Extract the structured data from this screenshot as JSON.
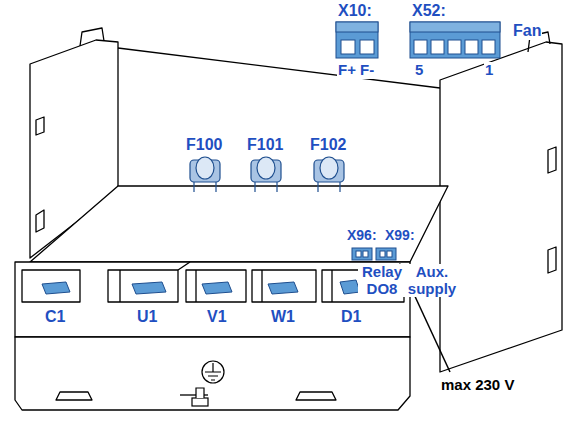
{
  "diagram": {
    "labels": [
      "X10:",
      "X52:",
      "Fan",
      "F+ F-",
      "5",
      "1",
      "F100",
      "F101",
      "F102",
      "X96:",
      "X99:",
      "Relay DO8",
      "Aux. supply",
      "C1",
      "U1",
      "V1",
      "W1",
      "D1",
      "max 230 V"
    ]
  }
}
